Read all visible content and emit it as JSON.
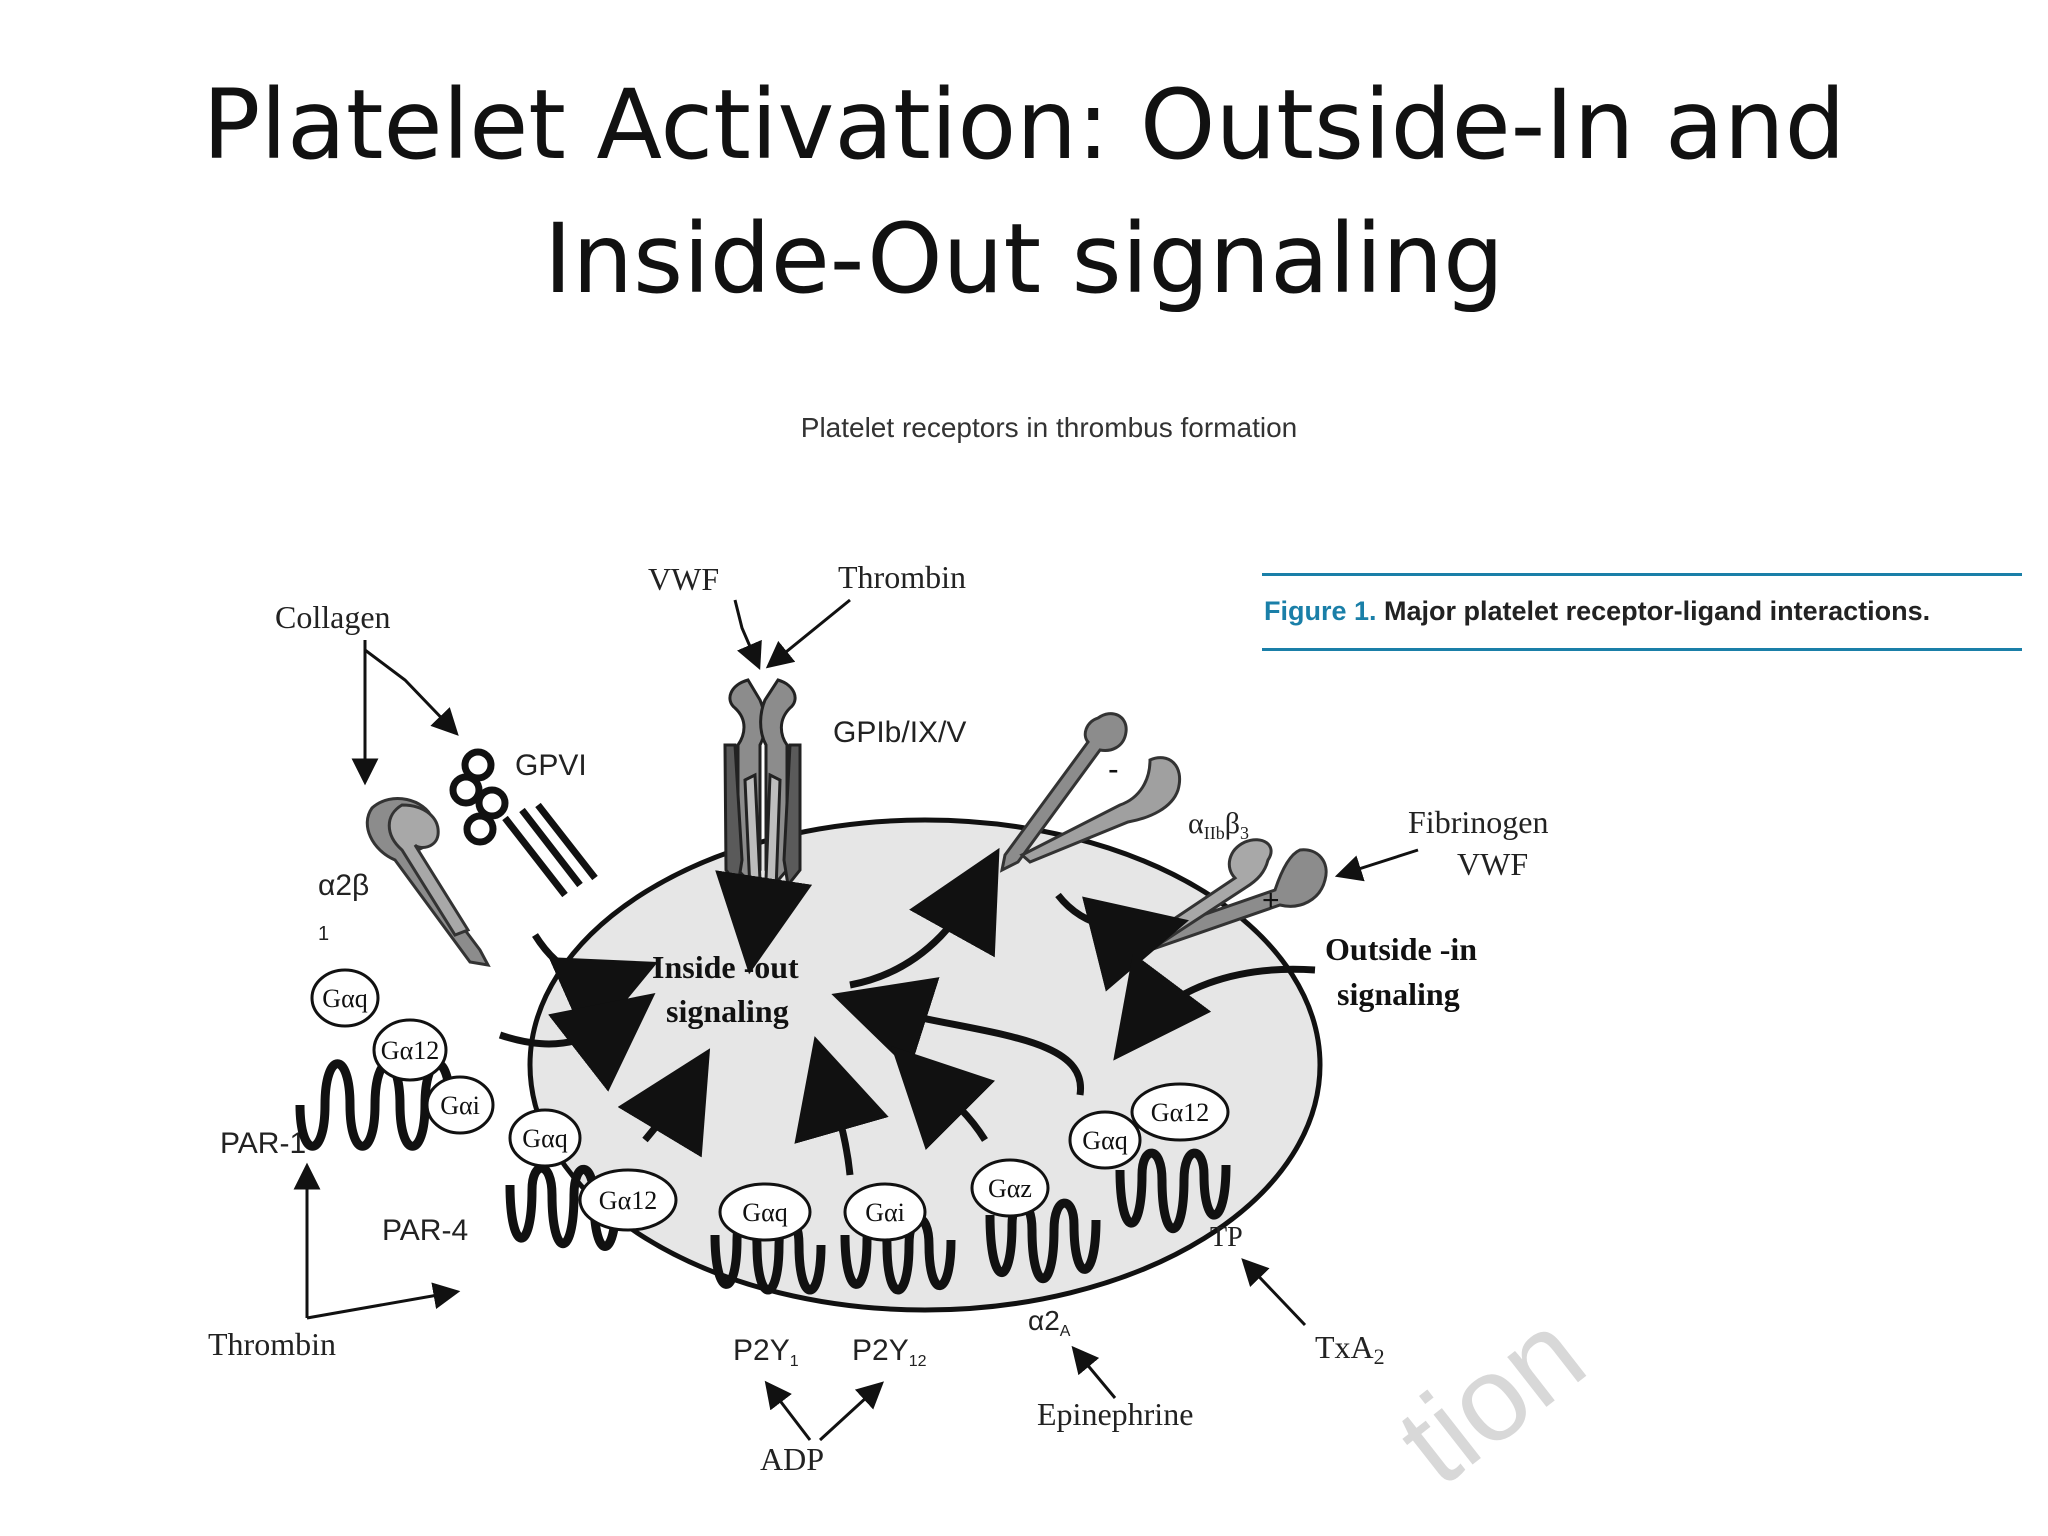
{
  "slide": {
    "title_line1": "Platelet Activation: Outside-In and",
    "title_line2": "Inside-Out signaling"
  },
  "figure": {
    "heading": "Platelet receptors in thrombus formation",
    "caption_label": "Figure 1.",
    "caption_text": " Major platelet receptor-ligand interactions."
  },
  "ligands": {
    "collagen": "Collagen",
    "vwf_top": "VWF",
    "thrombin_top": "Thrombin",
    "fibrinogen": "Fibrinogen",
    "vwf_right": "VWF",
    "thrombin_bottom": "Thrombin",
    "adp": "ADP",
    "epinephrine": "Epinephrine",
    "txa2": "TxA",
    "txa2_sub": "2"
  },
  "receptors": {
    "gpvi": "GPVI",
    "gpib": "GPIb/IX/V",
    "a2b1": "α2β",
    "a2b1_sub": "1",
    "aiib_alpha": "α",
    "aiib_alpha_sub": "IIb",
    "aiib_beta": "β",
    "aiib_beta_sub": "3",
    "par1": "PAR-1",
    "par4": "PAR-4",
    "p2y1": "P2Y",
    "p2y1_sub": "1",
    "p2y12": "P2Y",
    "p2y12_sub": "12",
    "a2a": "α2",
    "a2a_sub": "A",
    "tp": "TP"
  },
  "gproteins": {
    "gaq": "Gαq",
    "ga12": "Gα12",
    "gai": "Gαi",
    "gaz": "Gαz"
  },
  "signals": {
    "inside_out_1": "Inside -out",
    "inside_out_2": "signaling",
    "outside_in_1": "Outside -in",
    "outside_in_2": "signaling",
    "minus": "-",
    "plus": "+"
  },
  "watermark": "tion",
  "colors": {
    "platelet_fill": "#e6e6e6",
    "receptor_gray": "#8c8c8c",
    "caption_blue": "#1a7fa8",
    "ink": "#111111"
  }
}
